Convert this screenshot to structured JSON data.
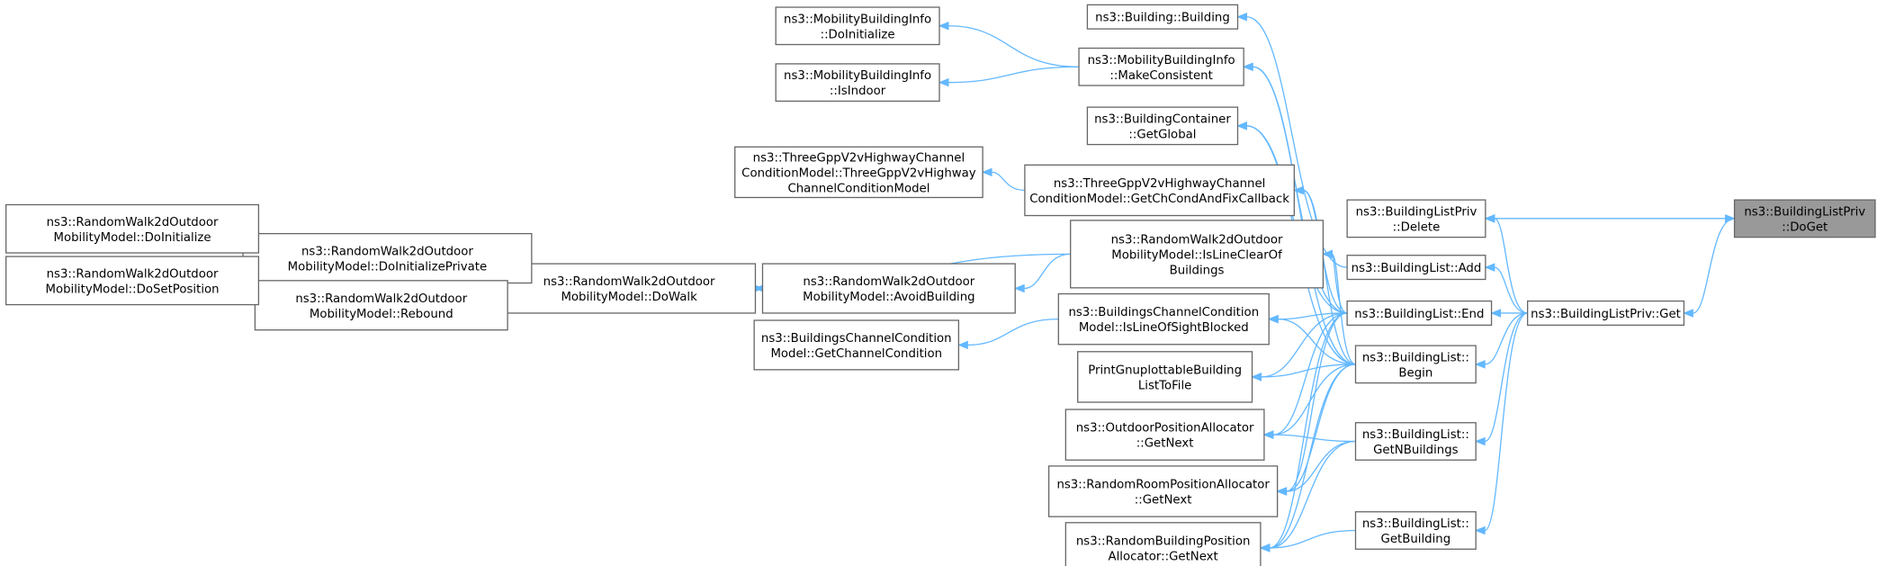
{
  "colors": {
    "edge": "#63b8ff",
    "focus_fill": "#999999",
    "border": "#666666"
  },
  "nodes": {
    "doget": [
      "ns3::BuildingListPriv",
      "::DoGet"
    ],
    "get": [
      "ns3::BuildingListPriv::Get"
    ],
    "delete": [
      "ns3::BuildingListPriv",
      "::Delete"
    ],
    "add": [
      "ns3::BuildingList::Add"
    ],
    "end": [
      "ns3::BuildingList::End"
    ],
    "begin": [
      "ns3::BuildingList::",
      "Begin"
    ],
    "getn": [
      "ns3::BuildingList::",
      "GetNBuildings"
    ],
    "getbuilding": [
      "ns3::BuildingList::",
      "GetBuilding"
    ],
    "building": [
      "ns3::Building::Building"
    ],
    "mbi_make": [
      "ns3::MobilityBuildingInfo",
      "::MakeConsistent"
    ],
    "bc_global": [
      "ns3::BuildingContainer",
      "::GetGlobal"
    ],
    "tgpp_getch": [
      "ns3::ThreeGppV2vHighwayChannel",
      "ConditionModel::GetChCondAndFixCallback"
    ],
    "rw_clear": [
      "ns3::RandomWalk2dOutdoor",
      "MobilityModel::IsLineClearOf",
      "Buildings"
    ],
    "bcc_los": [
      "ns3::BuildingsChannelCondition",
      "Model::IsLineOfSightBlocked"
    ],
    "gnuplot": [
      "PrintGnuplottableBuilding",
      "ListToFile"
    ],
    "opa_next": [
      "ns3::OutdoorPositionAllocator",
      "::GetNext"
    ],
    "rrpa_next": [
      "ns3::RandomRoomPositionAllocator",
      "::GetNext"
    ],
    "rbpa_next": [
      "ns3::RandomBuildingPosition",
      "Allocator::GetNext"
    ],
    "mbi_init": [
      "ns3::MobilityBuildingInfo",
      "::DoInitialize"
    ],
    "mbi_indoor": [
      "ns3::MobilityBuildingInfo",
      "::IsIndoor"
    ],
    "tgpp_ctor": [
      "ns3::ThreeGppV2vHighwayChannel",
      "ConditionModel::ThreeGppV2vHighway",
      "ChannelConditionModel"
    ],
    "rw_avoid": [
      "ns3::RandomWalk2dOutdoor",
      "MobilityModel::AvoidBuilding"
    ],
    "bcc_getcc": [
      "ns3::BuildingsChannelCondition",
      "Model::GetChannelCondition"
    ],
    "rw_dowalk": [
      "ns3::RandomWalk2dOutdoor",
      "MobilityModel::DoWalk"
    ],
    "rw_dip": [
      "ns3::RandomWalk2dOutdoor",
      "MobilityModel::DoInitializePrivate"
    ],
    "rw_rebound": [
      "ns3::RandomWalk2dOutdoor",
      "MobilityModel::Rebound"
    ],
    "rw_doinit": [
      "ns3::RandomWalk2dOutdoor",
      "MobilityModel::DoInitialize"
    ],
    "rw_dosetpos": [
      "ns3::RandomWalk2dOutdoor",
      "MobilityModel::DoSetPosition"
    ]
  }
}
